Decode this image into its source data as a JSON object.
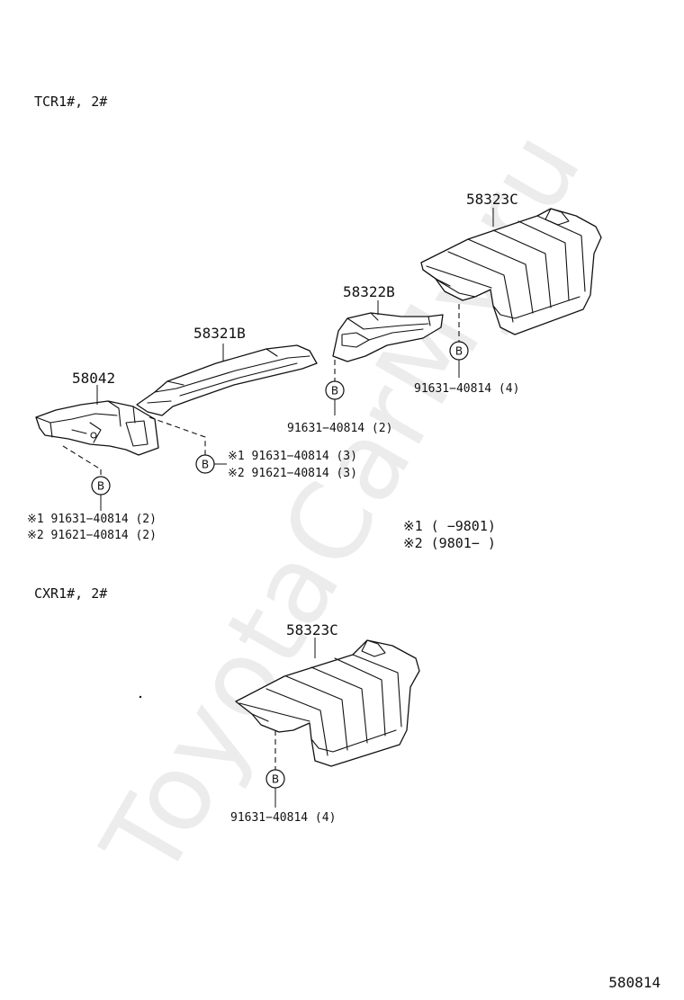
{
  "watermark": "ToyotaCarMy.ru",
  "sections": {
    "top": {
      "title": "TCR1#, 2#"
    },
    "bottom": {
      "title": "CXR1#, 2#"
    }
  },
  "parts": {
    "p58323c_top": "58323C",
    "p58322b": "58322B",
    "p58321b": "58321B",
    "p58042": "58042",
    "p58323c_bottom": "58323C"
  },
  "bolt_symbol": "B",
  "callouts": {
    "c_58323c_top": "91631−40814 (4)",
    "c_58322b": "91631−40814 (2)",
    "c_58321b_1": "※1 91631−40814 (3)",
    "c_58321b_2": "※2 91621−40814 (3)",
    "c_58042_1": "※1 91631−40814 (2)",
    "c_58042_2": "※2 91621−40814 (2)",
    "c_58323c_bottom": "91631−40814 (4)"
  },
  "notes": {
    "n1": "※1  (     −9801)",
    "n2": "※2  (9801−     )"
  },
  "footer_code": "580814"
}
